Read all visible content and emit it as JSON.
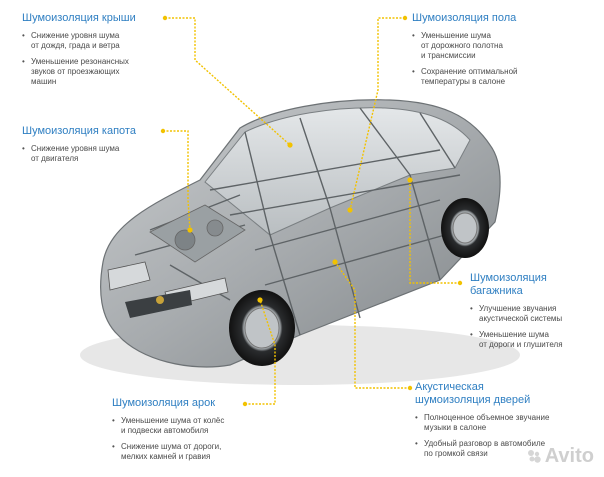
{
  "colors": {
    "accent": "#2f7fc2",
    "callout_line": "#f2c200",
    "text": "#4a4a4a"
  },
  "callouts": [
    {
      "id": "roof",
      "title": "Шумоизоляция крыши",
      "items": [
        "Снижение уровня шума\nот дождя, града и ветра",
        "Уменьшение резонансных\nзвуков от проезжающих\nмашин"
      ]
    },
    {
      "id": "floor",
      "title": "Шумоизоляция пола",
      "items": [
        "Уменьшение шума\nот дорожного полотна\nи трансмиссии",
        "Сохранение оптимальной\nтемпературы в салоне"
      ]
    },
    {
      "id": "hood",
      "title": "Шумоизоляция капота",
      "items": [
        "Снижение уровня шума\nот двигателя"
      ]
    },
    {
      "id": "trunk",
      "title": "Шумоизоляция\nбагажника",
      "items": [
        "Улучшение звучания\nакустической системы",
        "Уменьшение шума\nот дороги и глушителя"
      ]
    },
    {
      "id": "doors",
      "title": "Акустическая\nшумоизоляция дверей",
      "items": [
        "Полноценное объемное звучание\nмузыки в салоне",
        "Удобный разговор в автомобиле\nпо громкой связи"
      ]
    },
    {
      "id": "arches",
      "title": "Шумоизоляция арок",
      "items": [
        "Уменьшение шума от колёс\nи подвески автомобиля",
        "Снижение шума от дороги,\nмелких камней и гравия"
      ]
    }
  ],
  "watermark": {
    "text": "Avito",
    "icon": "avito-logo-icon"
  }
}
